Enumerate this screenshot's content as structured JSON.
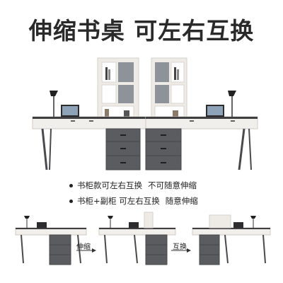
{
  "headline": "伸缩书桌 可左右互换",
  "features": [
    {
      "main": "书柜款可左右互换",
      "note": "不可随意伸缩"
    },
    {
      "main": "书柜+副柜 可左右互换",
      "note": "随意伸缩"
    }
  ],
  "steps": [
    {
      "label": "伸缩"
    },
    {
      "label": "互换"
    }
  ],
  "colors": {
    "desk_top": "#f1efeb",
    "desk_frame": "#4a4a4d",
    "cabinet_dark": "#5b5c60",
    "shelf_white": "#eeebe6"
  }
}
